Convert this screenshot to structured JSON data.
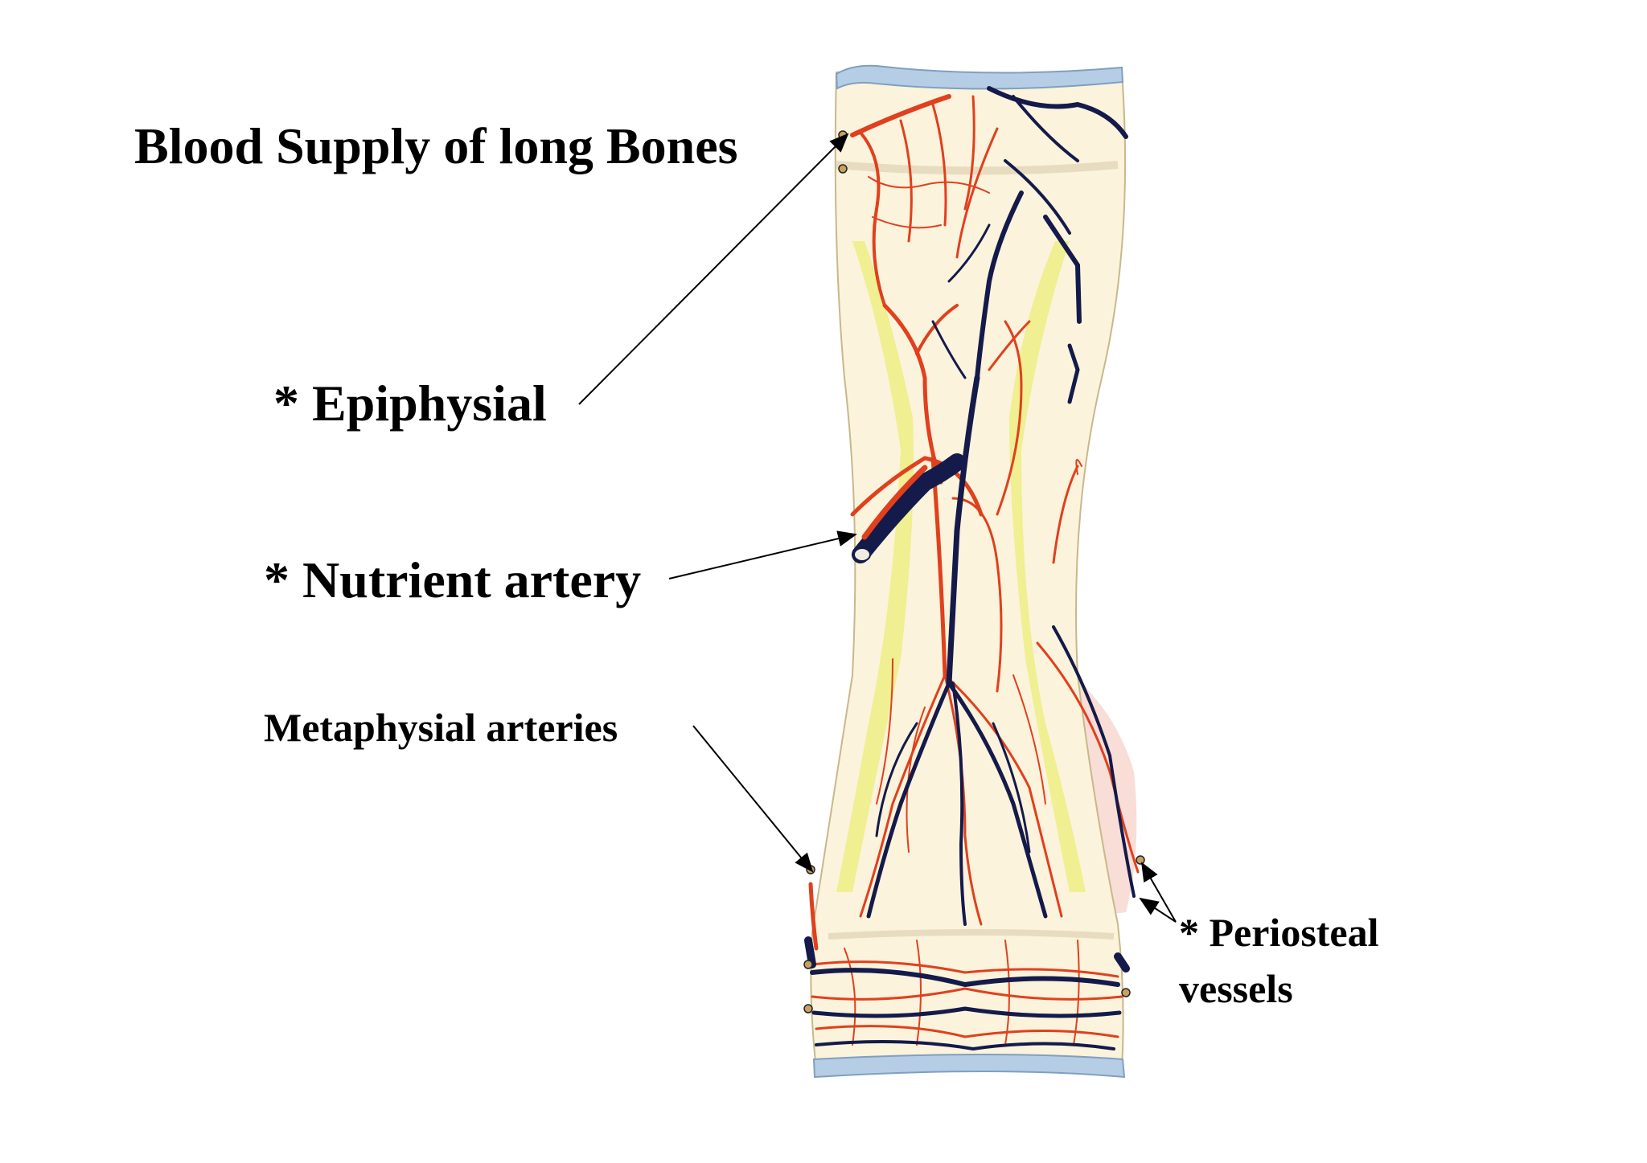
{
  "title": "Blood Supply of long Bones",
  "labels": {
    "epiphysial": "* Epiphysial",
    "nutrient_artery": "* Nutrient artery",
    "metaphysial_arteries": "Metaphysial arteries",
    "periosteal_line1": "* Periosteal",
    "periosteal_line2": "vessels"
  },
  "colors": {
    "artery": "#e0401e",
    "vein": "#141a4a",
    "bone": "#fbf3dc",
    "cortex": "#eeee88",
    "cartilage": "#b6cde6",
    "periosteum": "#f6d6cc"
  }
}
